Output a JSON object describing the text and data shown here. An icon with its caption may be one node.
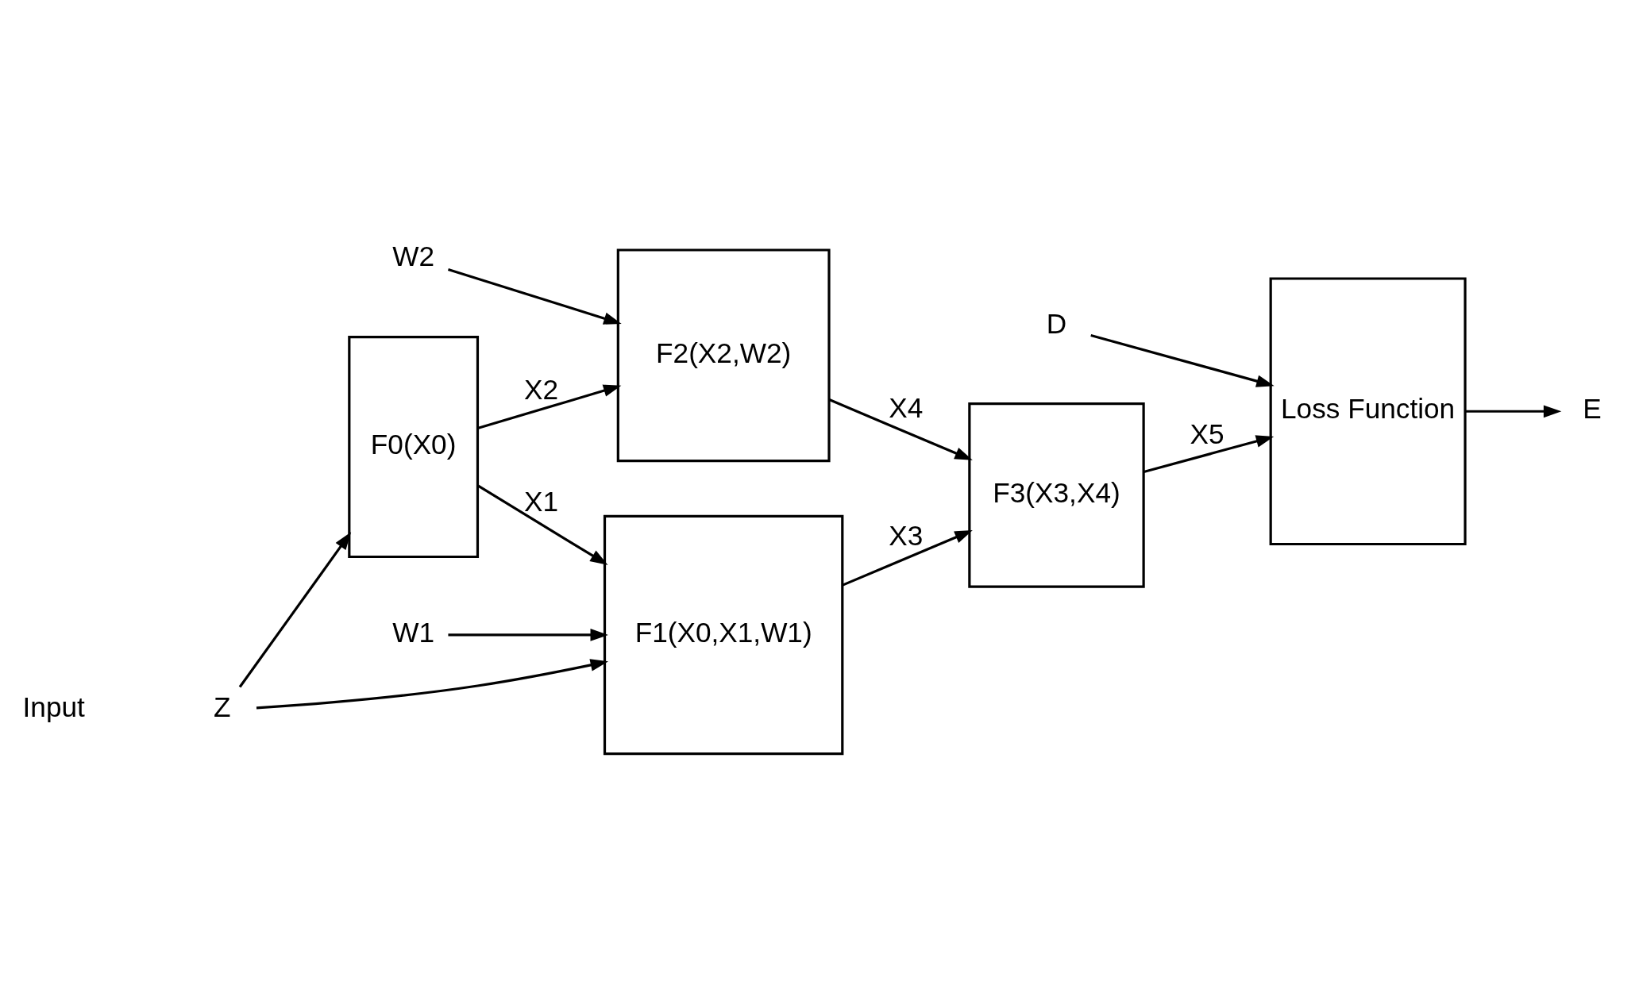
{
  "diagram": {
    "nodes": [
      {
        "text": [
          "Z"
        ]
      },
      {
        "text": [
          "W1"
        ]
      },
      {
        "text": [
          "W2"
        ]
      },
      {
        "text": [
          "F0(X0)"
        ]
      },
      {
        "text": [
          "F1(X0,X1,W1)"
        ]
      },
      {
        "text": [
          "F2(X2,W2)"
        ]
      },
      {
        "text": [
          "F3(X3,X4)"
        ]
      },
      {
        "text": [
          "Loss Function"
        ]
      },
      {
        "text": [
          "D"
        ]
      },
      {
        "text": [
          "E"
        ]
      }
    ],
    "edges": [
      {
        "from": 0,
        "to": 4,
        "arrow": "to"
      },
      {
        "from": 0,
        "to": 3,
        "arrow": "to"
      },
      {
        "from": 1,
        "to": 4,
        "arrow": "to"
      },
      {
        "from": 2,
        "to": 5,
        "arrow": "to"
      },
      {
        "from": 3,
        "to": 4,
        "label": "X1",
        "arrow": "to"
      },
      {
        "from": 3,
        "to": 5,
        "label": "X2",
        "arrow": "to"
      },
      {
        "from": 4,
        "to": 6,
        "label": "X3",
        "arrow": "to"
      },
      {
        "from": 5,
        "to": 6,
        "label": "X4",
        "arrow": "to"
      },
      {
        "from": 6,
        "to": 7,
        "label": "X5",
        "arrow": "to"
      },
      {
        "from": 8,
        "to": 7,
        "arrow": "to"
      },
      {
        "from": 7,
        "to": 9,
        "arrow": "to"
      }
    ],
    "labels": [
      "Input"
    ]
  }
}
